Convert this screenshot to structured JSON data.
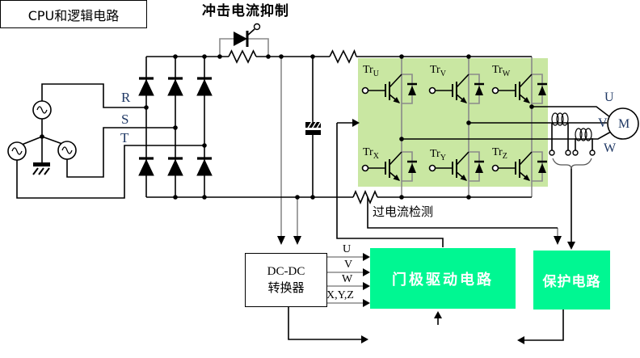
{
  "labels": {
    "inrush": "冲击电流抑制",
    "overcurrent": "过电流检测",
    "phase_r": "R",
    "phase_s": "S",
    "phase_t": "T",
    "motor_u": "U",
    "motor_v": "V",
    "motor_w": "W",
    "motor_m": "M",
    "sig_u": "U",
    "sig_v": "V",
    "sig_w": "W",
    "sig_xyz": "X,Y,Z"
  },
  "igbts": {
    "tru": {
      "tr": "Tr",
      "sub": "U"
    },
    "trv": {
      "tr": "Tr",
      "sub": "V"
    },
    "trw": {
      "tr": "Tr",
      "sub": "W"
    },
    "trx": {
      "tr": "Tr",
      "sub": "X"
    },
    "try": {
      "tr": "Tr",
      "sub": "Y"
    },
    "trz": {
      "tr": "Tr",
      "sub": "Z"
    }
  },
  "boxes": {
    "dcdc": {
      "line1": "DC-DC",
      "line2": "转换器"
    },
    "gate_drive": "门极驱动电路",
    "protection": "保护电路",
    "cpu": "CPU和逻辑电路"
  },
  "colors": {
    "module_bg": "#C9E7A2",
    "box_green": "#00F792",
    "label_blue": "#1F3864"
  }
}
